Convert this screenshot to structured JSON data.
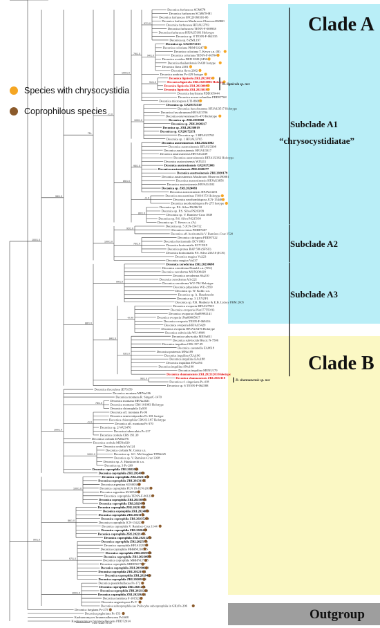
{
  "clades": {
    "a": "Clade A",
    "b": "Clade B",
    "outgroup": "Outgroup"
  },
  "subclades": {
    "a1_line1": "Subclade A1",
    "a1_line2": "“chrysocystidiatae”",
    "a2": "Subclade A2",
    "a3": "Subclade A3"
  },
  "legend": {
    "chrysocystidia": "Species with chrysocystidia",
    "coprophilous": "Coprophilous species"
  },
  "colors": {
    "chrysocystidia": "#f5a623",
    "coprophilous": "#8b5a2b",
    "clade_a_band": "#b9eef7",
    "clade_b_band": "#fbf8c4",
    "outgroup_band": "#9e9e9e",
    "new_species": "#e00000"
  },
  "new_species": {
    "lignicola": "D. lignicola sp. nov",
    "shannanensis": "D. shannanensis sp. nov"
  },
  "scale_bar": "Tree scale: 0.01",
  "support_values": [
    "100/1.0",
    "98/1.0",
    "75/-",
    "-/1.0",
    "100/1.0",
    "79/1.0",
    "97/1.0",
    "94/1.0",
    "91/1.0",
    "100/1.0",
    "85/1.0",
    "95/1.0",
    "-/1.0",
    "80/1.0",
    "100/1.0",
    "92/1.0",
    "76/1.0",
    "88/1.0",
    "99/1.0",
    "84/1.0",
    "-/0.99",
    "93/1.0",
    "96/1.0",
    "100/1.0",
    "78/1.0",
    "-/1.0",
    "100/1.0",
    "90/1.0",
    "100/1.0",
    "86/1.0",
    "97/1.0",
    "100/1.0",
    "-/1.0",
    "82/1.0",
    "100/1.0",
    "94/1.0",
    "-/0.97",
    "100/1.0",
    "89/1.0",
    "100/1.0"
  ],
  "taxa": [
    {
      "n": "Deconica furfuracea SCM678",
      "s": "n"
    },
    {
      "n": "Deconica furfuracea SCM678-H1",
      "s": "n"
    },
    {
      "n": "Deconica furfuracea SFC20160316-06",
      "s": "n"
    },
    {
      "n": "Deconica furfuracea Mushroom Observer282800",
      "s": "n"
    },
    {
      "n": "Deconica furfuracea HFJAU3793",
      "s": "n"
    },
    {
      "n": "Deconica furfuracea TENN-F-008938",
      "s": "n"
    },
    {
      "n": "Deconica furfuracea HFJAU5181 Holotype",
      "s": "n"
    },
    {
      "n": "Deconica sp. 8 TENN-F-062335",
      "s": "n"
    },
    {
      "n": "Deconica sp. 8 ZML197",
      "s": "n"
    },
    {
      "n": "Deconica sp. GX20172153",
      "s": "b"
    },
    {
      "n": "Deconica coloriana PRM 922477",
      "s": "n",
      "d": "o"
    },
    {
      "n": "Deconica coloriana T. Kewn s.n. (B)",
      "s": "n",
      "d": "o"
    },
    {
      "n": "Deconica coloriana TENN-F-067047",
      "s": "n",
      "d": "o"
    },
    {
      "n": "Deconica ovoidea DED 8328 (SFSU)",
      "s": "n",
      "d": "o"
    },
    {
      "n": "Deconica thailandensis Ps430 Isotype",
      "s": "n",
      "d": "o"
    },
    {
      "n": "Deconica flava 2381",
      "s": "n",
      "d": "o"
    },
    {
      "n": "Deconica flava 2382",
      "s": "n",
      "d": "o"
    },
    {
      "n": "Deconica umbrina Ps-429 Isotype",
      "s": "n",
      "d": "o"
    },
    {
      "n": "Deconica lignicola ZRL20230157",
      "s": "r",
      "d": "o"
    },
    {
      "n": "Deconica lignicola ZRL20230096 Holotype",
      "s": "r",
      "d": "o"
    },
    {
      "n": "Deconica lignicola ZRL20230084",
      "s": "r",
      "d": "o"
    },
    {
      "n": "Deconica lignicola ZRL20230186",
      "s": "r",
      "d": "o"
    },
    {
      "n": "Deconica baylisiana PDD105444",
      "s": "n"
    },
    {
      "n": "Deconica novae-zelandiae PDD87768",
      "s": "n"
    },
    {
      "n": "Deconica microspora UTI-8606",
      "s": "n",
      "d": "o"
    },
    {
      "n": "Deconica sp. GX20172510",
      "s": "b"
    },
    {
      "n": "Deconica fuscobrunnea HFJAU3517 Holotype",
      "s": "n"
    },
    {
      "n": "Deconica fuscobrunnea HFJAU3706",
      "s": "n"
    },
    {
      "n": "Deconica esteveraneae Ps-470 Holotype",
      "s": "n",
      "d": "o"
    },
    {
      "n": "Deconica sp. ZRL2019068",
      "s": "b"
    },
    {
      "n": "Deconica sp. ZRL2020227",
      "s": "b"
    },
    {
      "n": "Deconica sp. ZRL20230019",
      "s": "b"
    },
    {
      "n": "Deconica sp. GX20172151",
      "s": "b"
    },
    {
      "n": "Deconica sp. 1 HFJAU3765",
      "s": "n"
    },
    {
      "n": "Deconica sp. 1 HFJAU3765",
      "s": "n"
    },
    {
      "n": "Deconica austrosinensis ZRL20241082",
      "s": "b"
    },
    {
      "n": "Deconica austrosinensis HFJAU3308",
      "s": "n"
    },
    {
      "n": "Deconica austrosinensis HFJAU3317",
      "s": "n"
    },
    {
      "n": "Deconica austrosinensis HFJAU2439",
      "s": "n"
    },
    {
      "n": "Deconica austrosinensis HFJAU2362 Holotype",
      "s": "n"
    },
    {
      "n": "Deconica austrosinensis WJ5211",
      "s": "n"
    },
    {
      "n": "Deconica austrosinensis GX20172003",
      "s": "b"
    },
    {
      "n": "Deconica austrosinensis ZRL2020277",
      "s": "b"
    },
    {
      "n": "Deconica austrosinensis ZRL2020179",
      "s": "b"
    },
    {
      "n": "Deconica austrosinensis Mushroom Observer290081",
      "s": "n"
    },
    {
      "n": "Deconica austrosinensis HFJAU3856",
      "s": "n"
    },
    {
      "n": "Deconica austrosinensis HFJAU4102",
      "s": "n"
    },
    {
      "n": "Deconica sp. ZRL2024083",
      "s": "b"
    },
    {
      "n": "Deconica austrosinensis HFJAU4451",
      "s": "n"
    },
    {
      "n": "Deconica neoaustrinae F1010172 Holotype",
      "s": "n",
      "d": "o"
    },
    {
      "n": "Deconica neorhombispora JCN-154482",
      "s": "n",
      "d": "o"
    },
    {
      "n": "Deconica neorhombispora Ps-275 Isotype",
      "s": "n",
      "d": "o"
    },
    {
      "n": "Deconica sp. P.S. Silva PS286/10",
      "s": "n"
    },
    {
      "n": "Deconica sp. P.S. Silva PS203/09",
      "s": "n"
    },
    {
      "n": "Deconica sp. V. Ramírez-Cruz 1849",
      "s": "n"
    },
    {
      "n": "Deconica sp. P.S. Silva PS215/09",
      "s": "n"
    },
    {
      "n": "Deconica sp. T. Kewn s.n. (A)",
      "s": "n"
    },
    {
      "n": "Deconica sp. 5 JCN-154712",
      "s": "n"
    },
    {
      "n": "Deconica venus PDD87407",
      "s": "n"
    },
    {
      "n": "Deconica aff. horizontalis V. Ramírez-Cruz 1520",
      "s": "n"
    },
    {
      "n": "Deconica citrispora PDD87522",
      "s": "n"
    },
    {
      "n": "Deconica horizontalis ECV1883",
      "s": "n"
    },
    {
      "n": "Deconica horizontalis ECV1919",
      "s": "n"
    },
    {
      "n": "Deconica protea BAP 596 (SFSU)",
      "s": "n"
    },
    {
      "n": "Deconica horizontalis P.S. Silva 233/10 (ICN)",
      "s": "n"
    },
    {
      "n": "Deconica magica Vu223",
      "s": "n"
    },
    {
      "n": "Deconica magica Vu237",
      "s": "n"
    },
    {
      "n": "Deconica xeroderma ZRL20230688",
      "s": "b"
    },
    {
      "n": "Deconica xeroderma Donald s.n. (WU)",
      "s": "n"
    },
    {
      "n": "Deconica xeroderma MUN200420",
      "s": "n"
    },
    {
      "n": "Deconica xeroderma Slu210",
      "s": "n"
    },
    {
      "n": "Deconica xeroderma Afiv221",
      "s": "n"
    },
    {
      "n": "Deconica xeroderma WU-784 Holotype",
      "s": "n"
    },
    {
      "n": "Deconica phyalodes WU-2959",
      "s": "n"
    },
    {
      "n": "Deconica sp. W. Kollic s.n.",
      "s": "n"
    },
    {
      "n": "Deconica sp. A. Hausknecht",
      "s": "n"
    },
    {
      "n": "Deconica sp. 3 LXYZF1",
      "s": "n"
    },
    {
      "n": "Deconica sp. P.B. Matheny & E.B. Lickey PBM 2605",
      "s": "n"
    },
    {
      "n": "Deconica ovoporia HFJAU7915",
      "s": "n"
    },
    {
      "n": "Deconica ovoporia iNat177559.93",
      "s": "n"
    },
    {
      "n": "Deconica ovoporia iNat89992141",
      "s": "n"
    },
    {
      "n": "Deconica ovoporia iNat80905017",
      "s": "n"
    },
    {
      "n": "Deconica ovoporia TENN-F-069416",
      "s": "n"
    },
    {
      "n": "Deconica ovoporia HFJAU5429",
      "s": "n"
    },
    {
      "n": "Deconica ovoporia HFJAU5476 Holotype",
      "s": "n"
    },
    {
      "n": "Deconica subviscida WU-4849",
      "s": "n"
    },
    {
      "n": "Deconica subviscida MENu011",
      "s": "n"
    },
    {
      "n": "Deconica subviscida Blecic N-7506",
      "s": "n"
    },
    {
      "n": "Deconica inquilina CBS 197.39",
      "s": "n"
    },
    {
      "n": "Deconica castanella EA0619",
      "s": "n"
    },
    {
      "n": "Deconica pratensis MNu189",
      "s": "n"
    },
    {
      "n": "Deconica inquilina CUu196",
      "s": "n"
    },
    {
      "n": "Deconica inquilina EAu188",
      "s": "n"
    },
    {
      "n": "Deconica inquilina EWu194",
      "s": "n"
    },
    {
      "n": "Deconica inquilina SNu190",
      "s": "n"
    },
    {
      "n": "Deconica inquilina MENU179",
      "s": "n"
    },
    {
      "n": "Deconica shannanensis ZRL20211203 Holotype",
      "s": "r"
    },
    {
      "n": "Deconica shannanensis ZRL2022118",
      "s": "r"
    },
    {
      "n": "Deconica cf. singeriana Ps-418",
      "s": "n"
    },
    {
      "n": "Deconica sp. 6 TENN-F-062588",
      "s": "n"
    },
    {
      "n": "Deconica flocculosa JD73159",
      "s": "n"
    },
    {
      "n": "Deconica montana MENu186",
      "s": "n"
    },
    {
      "n": "Deconica montana R. SingerC-1470",
      "s": "n"
    },
    {
      "n": "Deconica montana MENu2021",
      "s": "n"
    },
    {
      "n": "Deconica montana CBS 101983 Holotype",
      "s": "n"
    },
    {
      "n": "Deconica chionophila Zu505",
      "s": "n"
    },
    {
      "n": "Deconica aff. montana Ps-96",
      "s": "n"
    },
    {
      "n": "Deconica semivestipoedes Ps-181 Isotype",
      "s": "n"
    },
    {
      "n": "Deconica chionophila CBS 613.87 Holotype",
      "s": "n"
    },
    {
      "n": "Deconica aff. montana Ps-370",
      "s": "n"
    },
    {
      "n": "Deconica sp. 2 WU3476",
      "s": "n"
    },
    {
      "n": "Deconica tuberculata Ps-217",
      "s": "n"
    },
    {
      "n": "Deconica crobula CBS 191.39",
      "s": "n"
    },
    {
      "n": "Deconica crobula DAMu076",
      "s": "n"
    },
    {
      "n": "Deconica crobula MENu020",
      "s": "n"
    },
    {
      "n": "Deconica crobula Vu124",
      "s": "n"
    },
    {
      "n": "Deconica crobula M. Contu s.n.",
      "s": "n"
    },
    {
      "n": "Deconica sp. S.C. McGeoghan TFB6425",
      "s": "n"
    },
    {
      "n": "Deconica sp. V. Ramírez-Cruz 3338",
      "s": "n"
    },
    {
      "n": "Deconica sp. A. Hausknecht s.n.",
      "s": "n"
    },
    {
      "n": "Deconica sp. 3 Ps-269",
      "s": "n"
    },
    {
      "n": "Deconica coprophila ZRL2022045",
      "s": "b",
      "d": "c"
    },
    {
      "n": "Deconica coprophila ZRL2024079",
      "s": "b",
      "d": "c"
    },
    {
      "n": "Deconica coprophila ZRL20231150",
      "s": "b",
      "d": "c"
    },
    {
      "n": "Deconica coprophila ZRL20231185",
      "s": "b",
      "d": "c"
    },
    {
      "n": "Deconica argentina SUS0036",
      "s": "n",
      "d": "c"
    },
    {
      "n": "Deconica coprophila PLN 18-JUN-2013",
      "s": "n",
      "d": "c"
    },
    {
      "n": "Deconica argentina SUS0546",
      "s": "n",
      "d": "c"
    },
    {
      "n": "Deconica coprophila TENN-F-061233",
      "s": "n",
      "d": "c"
    },
    {
      "n": "Deconica coprophila ZRL20230875",
      "s": "b",
      "d": "c"
    },
    {
      "n": "Deconica coprophila ZRL2023013",
      "s": "b",
      "d": "c"
    },
    {
      "n": "Deconica coprophila ZRL20231068",
      "s": "b",
      "d": "c"
    },
    {
      "n": "Deconica coprophila ZRL2024068",
      "s": "b",
      "d": "c"
    },
    {
      "n": "Deconica coprophila ZRL2023196",
      "s": "b",
      "d": "c"
    },
    {
      "n": "Deconica coprophila ZRL20235209",
      "s": "b",
      "d": "c"
    },
    {
      "n": "Deconica coprophila JCN-154223",
      "s": "n",
      "d": "c"
    },
    {
      "n": "Deconica coprophila V. Ramírez-Cruz 1144",
      "s": "n",
      "d": "c"
    },
    {
      "n": "Deconica coprophila ZRL2020452",
      "s": "b",
      "d": "c"
    },
    {
      "n": "Deconica coprophila ZRL20221485",
      "s": "b",
      "d": "c"
    },
    {
      "n": "Deconica coprophila ZRL20211279",
      "s": "b",
      "d": "c"
    },
    {
      "n": "Deconica coprophila ZRL2025143",
      "s": "b",
      "d": "c"
    },
    {
      "n": "Deconica coprophila HFJAU2952",
      "s": "n",
      "d": "c"
    },
    {
      "n": "Deconica coprophila MHHNU30335",
      "s": "n",
      "d": "c"
    },
    {
      "n": "Deconica coprophila ZRL2019358",
      "s": "b",
      "d": "c"
    },
    {
      "n": "Deconica coprophila ZRL20220929",
      "s": "b",
      "d": "c"
    },
    {
      "n": "Deconica coprophila MHHNU7935",
      "s": "n",
      "d": "c"
    },
    {
      "n": "Deconica coprophila MHHNU7937",
      "s": "n",
      "d": "c"
    },
    {
      "n": "Deconica coprophila ZRL20190628",
      "s": "b",
      "d": "c"
    },
    {
      "n": "Deconica coprophila ZRL20221031",
      "s": "b",
      "d": "c"
    },
    {
      "n": "Deconica coprophila ZRL2020434",
      "s": "b",
      "d": "c"
    },
    {
      "n": "Deconica coprophila ZRL20200186",
      "s": "b",
      "d": "c"
    },
    {
      "n": "Deconica pseudobullacea Ps-172",
      "s": "n",
      "d": "c"
    },
    {
      "n": "Deconica coprophila ZRL2021293",
      "s": "b",
      "d": "c"
    },
    {
      "n": "Deconica coprophila ZRL20211272",
      "s": "b",
      "d": "c"
    },
    {
      "n": "Deconica coprophila ZRL20220453",
      "s": "b",
      "d": "c"
    },
    {
      "n": "Deconica mendaxa F-1015238",
      "s": "n",
      "d": "c"
    },
    {
      "n": "Deconica angustispora Ps-T",
      "s": "n",
      "d": "c"
    },
    {
      "n": "Deconica subcoprophila (as Psilocybe subcoprophila in GB) Ps-206",
      "s": "n",
      "d": "c"
    },
    {
      "n": "Deconica fuegiana Ps-275",
      "s": "n",
      "d": "c"
    },
    {
      "n": "Deconica pegleriana Ps-153",
      "s": "n",
      "d": "c"
    },
    {
      "n": "Kuehneromyces brunneoalbescens Ps1608",
      "s": "n"
    },
    {
      "n": "Kuehneromyces brunneoalbescens PDD72014",
      "s": "n"
    }
  ]
}
